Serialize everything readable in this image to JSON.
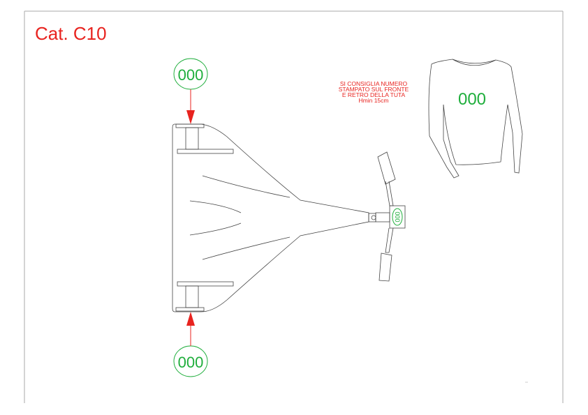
{
  "title": "Cat. C10",
  "number_front_top": "000",
  "number_front_bottom": "000",
  "number_nose": "000",
  "number_shirt": "000",
  "note": {
    "line1": "SI CONSIGLIA  NUMERO",
    "line2": "STAMPATO SUL FRONTE",
    "line3": "E RETRO DELLA TUTA",
    "line4": "Hmin 15cm"
  },
  "colors": {
    "title": "#e8231f",
    "number": "#1fae3c",
    "arrow": "#e8231f",
    "outline": "#444444",
    "frame": "#aaaaaa"
  }
}
